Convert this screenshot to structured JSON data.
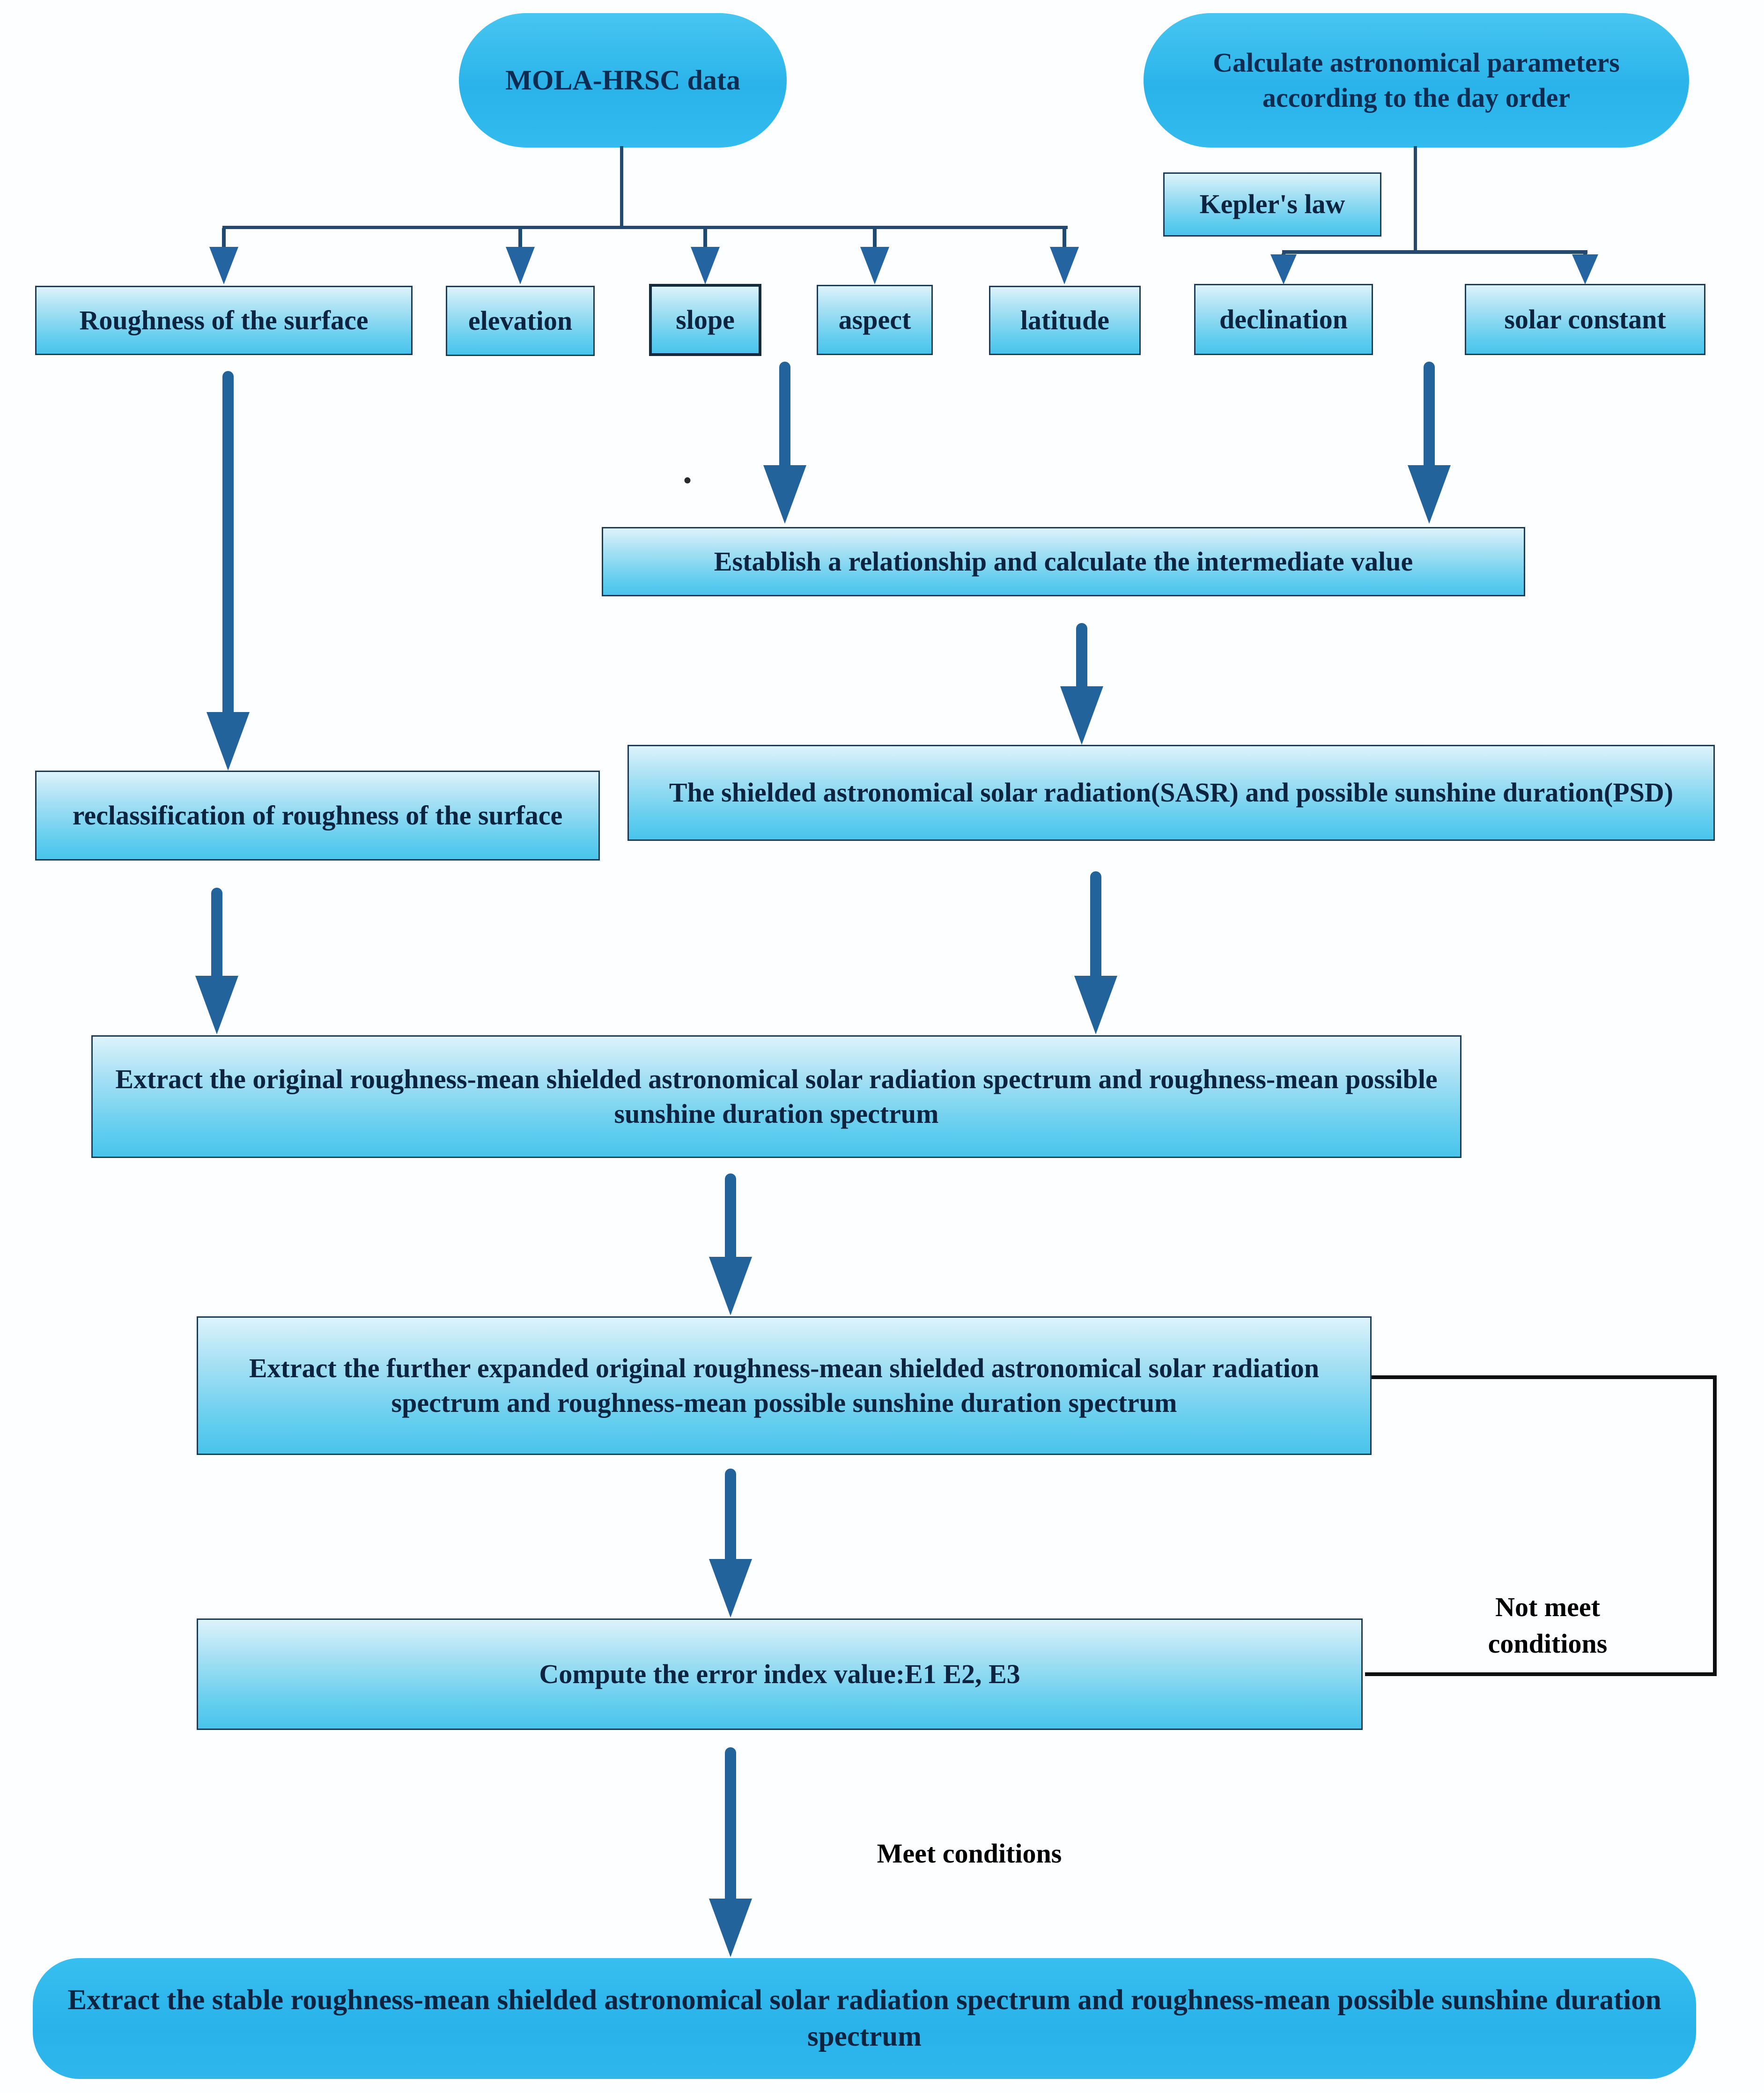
{
  "title": "Flowchart: extraction of roughness-mean shielded astronomical solar radiation and possible sunshine duration spectra",
  "colors": {
    "node_fill_top": "#ddf3fb",
    "node_fill_bottom": "#49c4ec",
    "stadium_fill": "#2fb9ee",
    "arrow": "#23639c",
    "connector": "#24486e",
    "feedback_loop": "#111111",
    "text": "#0d2440"
  },
  "nodes": {
    "mola": "MOLA-HRSC data",
    "calc": "Calculate astronomical parameters according to the day order",
    "kepler": "Kepler's law",
    "roughness": "Roughness of the surface",
    "elevation": "elevation",
    "slope": "slope",
    "aspect": "aspect",
    "latitude": "latitude",
    "declination": "declination",
    "solar_constant": "solar constant",
    "establish": "Establish a relationship and calculate the intermediate value",
    "sasr": "The shielded astronomical solar radiation(SASR)  and possible sunshine duration(PSD)",
    "reclass": "reclassification of roughness of the surface",
    "extract_original": "Extract the    original roughness-mean  shielded astronomical solar radiation spectrum and roughness-mean possible sunshine duration spectrum",
    "extract_expanded": "Extract the  further expanded  original roughness-mean  shielded astronomical solar radiation spectrum and roughness-mean possible sunshine duration spectrum",
    "compute": "Compute the error index value:E1 E2, E3",
    "final": "Extract the stable roughness-mean  shielded astronomical solar radiation spectrum and roughness-mean possible sunshine duration spectrum"
  },
  "labels": {
    "not_meet": "Not meet conditions",
    "meet": "Meet conditions",
    "dot": "."
  }
}
